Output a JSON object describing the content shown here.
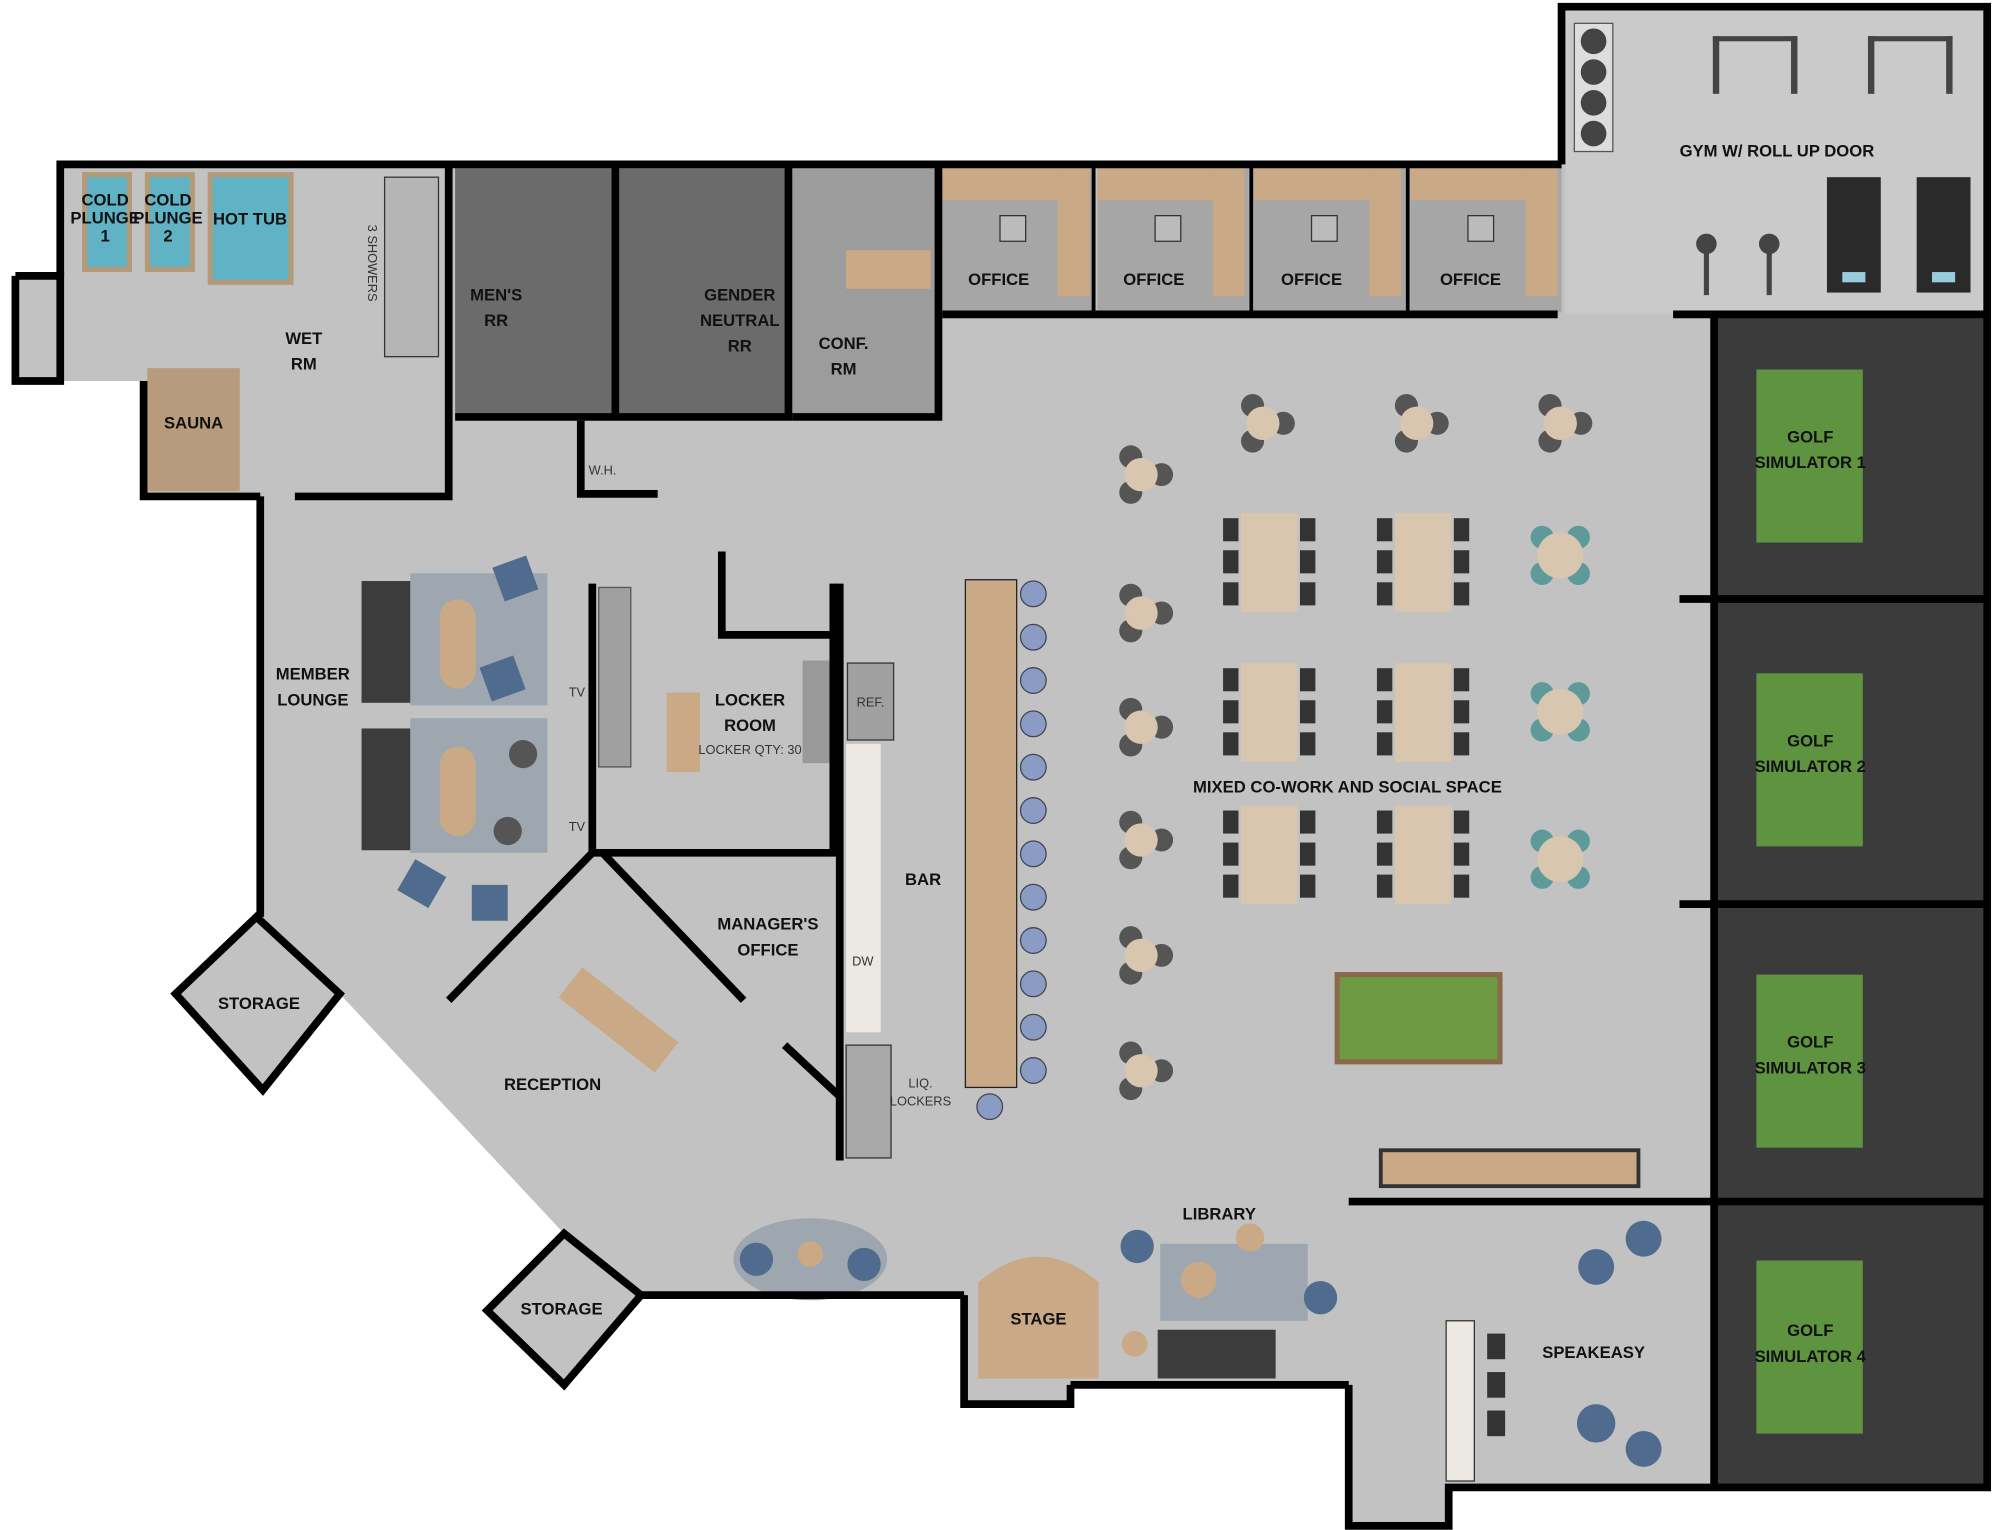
{
  "colors": {
    "floor": "#c2c2c2",
    "wall": "#000000",
    "pool_water": "#5fb3c4",
    "wood": "#c9a986",
    "golf_green": "#5e9440",
    "golf_bay": "#3b3b3b",
    "restroom_floor": "#6b6b6b",
    "office_floor": "#a6a6a6",
    "chair_blue": "#4f6c8f",
    "chair_teal": "#5f9a9a",
    "stool": "#8a9cc4"
  },
  "rooms": {
    "cold_plunge_1": [
      "COLD",
      "PLUNGE",
      "1"
    ],
    "cold_plunge_2": [
      "COLD",
      "PLUNGE",
      "2"
    ],
    "hot_tub": "HOT TUB",
    "showers": "3 SHOWERS",
    "wet_room": [
      "WET",
      "RM"
    ],
    "sauna": "SAUNA",
    "mens_rr": [
      "MEN'S",
      "RR"
    ],
    "gender_neutral_rr": [
      "GENDER",
      "NEUTRAL",
      "RR"
    ],
    "conf_rm": [
      "CONF.",
      "RM"
    ],
    "offices": [
      "OFFICE",
      "OFFICE",
      "OFFICE",
      "OFFICE"
    ],
    "gym": "GYM W/ ROLL UP DOOR",
    "golf_simulators": [
      [
        "GOLF",
        "SIMULATOR 1"
      ],
      [
        "GOLF",
        "SIMULATOR 2"
      ],
      [
        "GOLF",
        "SIMULATOR 3"
      ],
      [
        "GOLF",
        "SIMULATOR 4"
      ]
    ],
    "water_heater": "W.H.",
    "member_lounge": [
      "MEMBER",
      "LOUNGE"
    ],
    "tv": "TV",
    "locker_room": [
      "LOCKER",
      "ROOM"
    ],
    "locker_qty": "LOCKER QTY: 30",
    "ref": "REF.",
    "bar": "BAR",
    "dw": "DW",
    "managers_office": [
      "MANAGER'S",
      "OFFICE"
    ],
    "liq_lockers": [
      "LIQ.",
      "LOCKERS"
    ],
    "reception": "RECEPTION",
    "storage": [
      "STORAGE",
      "STORAGE"
    ],
    "coworking": "MIXED CO-WORK AND SOCIAL SPACE",
    "library": "LIBRARY",
    "stage": "STAGE",
    "speakeasy": "SPEAKEASY"
  }
}
